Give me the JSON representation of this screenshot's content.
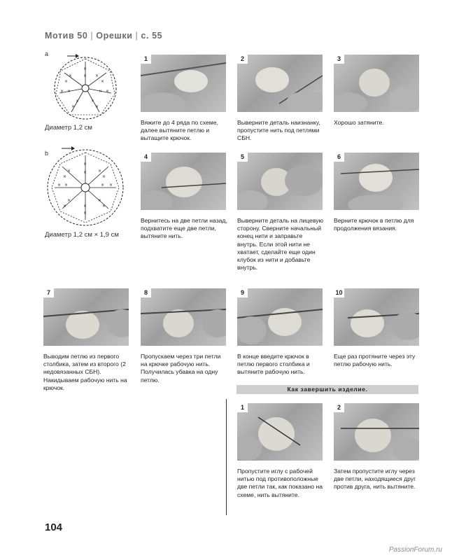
{
  "header": {
    "motif": "Мотив 50",
    "title": "Орешки",
    "page_ref": "с. 55",
    "separator": "|"
  },
  "diagrams": [
    {
      "letter": "a",
      "caption": "Диаметр 1,2 см"
    },
    {
      "letter": "b",
      "caption": "Диаметр 1,2 см × 1,9 см"
    }
  ],
  "steps": [
    {
      "num": "1",
      "text": "Вяжите до 4 ряда по схеме, далее вытяните петлю и вытащите крючок."
    },
    {
      "num": "2",
      "text": "Выверните деталь наизнанку, пропустите нить под петлями СБН."
    },
    {
      "num": "3",
      "text": "Хорошо затяните."
    },
    {
      "num": "4",
      "text": "Вернитесь на две петли назад, подхватите еще две петли, вытяните нить."
    },
    {
      "num": "5",
      "text": "Выверните деталь на лицевую сторону. Сверните начальный конец нити и заправьте внутрь. Если этой нити не хватает, сделайте еще один клубок из нити и добавьте внутрь."
    },
    {
      "num": "6",
      "text": "Верните крючок в петлю для продолжения вязания."
    },
    {
      "num": "7",
      "text": "Выводим петлю из первого столбика, затем из второго (2 недовязанных СБН). Накидываем рабочую нить на крючок."
    },
    {
      "num": "8",
      "text": "Пропускаем через три петли на крючке рабочую нить. Получилась убавка на одну петлю."
    },
    {
      "num": "9",
      "text": "В конце введите крючок в петлю первого столбика и вытяните рабочую нить."
    },
    {
      "num": "10",
      "text": "Еще раз протяните через эту петлю рабочую нить."
    }
  ],
  "finish": {
    "title": "Как завершить изделие.",
    "steps": [
      {
        "num": "1",
        "text": "Пропустите иглу с рабочей нитью под противоположные две петли так, как показано на схеме, нить вытяните."
      },
      {
        "num": "2",
        "text": "Затем пропустите иглу через две петли, находящиеся друг против друга, нить вытяните."
      }
    ]
  },
  "page_number": "104",
  "watermark": "PassionForum.ru",
  "colors": {
    "header": "#6b6b6b",
    "finish_bar": "#cfcfcf",
    "text": "#222222"
  }
}
